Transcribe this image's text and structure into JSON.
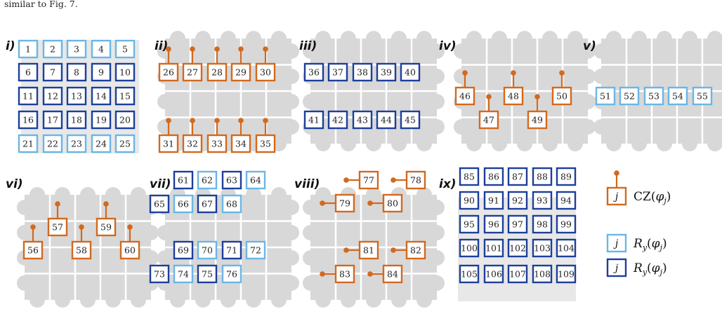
{
  "caption": "similar to Fig. 7.",
  "colors": {
    "orange": "#d2691e",
    "light_blue": "#6ab6e6",
    "dark_blue": "#1c3f9a",
    "background_gray": "#d8d8d8"
  },
  "panels": [
    {
      "label": "i)",
      "gates": [
        {
          "n": "1",
          "type": "ry_light"
        },
        {
          "n": "2",
          "type": "ry_light"
        },
        {
          "n": "3",
          "type": "ry_light"
        },
        {
          "n": "4",
          "type": "ry_light"
        },
        {
          "n": "5",
          "type": "ry_light"
        },
        {
          "n": "6",
          "type": "ry_dark"
        },
        {
          "n": "7",
          "type": "ry_dark"
        },
        {
          "n": "8",
          "type": "ry_dark"
        },
        {
          "n": "9",
          "type": "ry_dark"
        },
        {
          "n": "10",
          "type": "ry_dark"
        },
        {
          "n": "11",
          "type": "ry_dark"
        },
        {
          "n": "12",
          "type": "ry_dark"
        },
        {
          "n": "13",
          "type": "ry_dark"
        },
        {
          "n": "14",
          "type": "ry_dark"
        },
        {
          "n": "15",
          "type": "ry_dark"
        },
        {
          "n": "16",
          "type": "ry_dark"
        },
        {
          "n": "17",
          "type": "ry_dark"
        },
        {
          "n": "18",
          "type": "ry_dark"
        },
        {
          "n": "19",
          "type": "ry_dark"
        },
        {
          "n": "20",
          "type": "ry_dark"
        },
        {
          "n": "21",
          "type": "ry_light"
        },
        {
          "n": "22",
          "type": "ry_light"
        },
        {
          "n": "23",
          "type": "ry_light"
        },
        {
          "n": "24",
          "type": "ry_light"
        },
        {
          "n": "25",
          "type": "ry_light"
        }
      ]
    },
    {
      "label": "ii)",
      "gates": [
        {
          "n": "26",
          "type": "cz"
        },
        {
          "n": "27",
          "type": "cz"
        },
        {
          "n": "28",
          "type": "cz"
        },
        {
          "n": "29",
          "type": "cz"
        },
        {
          "n": "30",
          "type": "cz"
        },
        {
          "n": "31",
          "type": "cz"
        },
        {
          "n": "32",
          "type": "cz"
        },
        {
          "n": "33",
          "type": "cz"
        },
        {
          "n": "34",
          "type": "cz"
        },
        {
          "n": "35",
          "type": "cz"
        }
      ]
    },
    {
      "label": "iii)",
      "gates": [
        {
          "n": "36",
          "type": "ry_dark"
        },
        {
          "n": "37",
          "type": "ry_dark"
        },
        {
          "n": "38",
          "type": "ry_dark"
        },
        {
          "n": "39",
          "type": "ry_dark"
        },
        {
          "n": "40",
          "type": "ry_dark"
        },
        {
          "n": "41",
          "type": "ry_dark"
        },
        {
          "n": "42",
          "type": "ry_dark"
        },
        {
          "n": "43",
          "type": "ry_dark"
        },
        {
          "n": "44",
          "type": "ry_dark"
        },
        {
          "n": "45",
          "type": "ry_dark"
        }
      ]
    },
    {
      "label": "iv)",
      "gates": [
        {
          "n": "46",
          "type": "cz"
        },
        {
          "n": "47",
          "type": "cz"
        },
        {
          "n": "48",
          "type": "cz"
        },
        {
          "n": "49",
          "type": "cz"
        },
        {
          "n": "50",
          "type": "cz"
        }
      ]
    },
    {
      "label": "v)",
      "gates": [
        {
          "n": "51",
          "type": "ry_light"
        },
        {
          "n": "52",
          "type": "ry_light"
        },
        {
          "n": "53",
          "type": "ry_light"
        },
        {
          "n": "54",
          "type": "ry_light"
        },
        {
          "n": "55",
          "type": "ry_light"
        }
      ]
    },
    {
      "label": "vi)",
      "gates": [
        {
          "n": "56",
          "type": "cz"
        },
        {
          "n": "57",
          "type": "cz"
        },
        {
          "n": "58",
          "type": "cz"
        },
        {
          "n": "59",
          "type": "cz"
        },
        {
          "n": "60",
          "type": "cz"
        }
      ]
    },
    {
      "label": "vii)",
      "gates": [
        {
          "n": "61",
          "type": "ry_dark"
        },
        {
          "n": "62",
          "type": "ry_light"
        },
        {
          "n": "63",
          "type": "ry_dark"
        },
        {
          "n": "64",
          "type": "ry_light"
        },
        {
          "n": "65",
          "type": "ry_dark"
        },
        {
          "n": "66",
          "type": "ry_light"
        },
        {
          "n": "67",
          "type": "ry_dark"
        },
        {
          "n": "68",
          "type": "ry_light"
        },
        {
          "n": "69",
          "type": "ry_dark"
        },
        {
          "n": "70",
          "type": "ry_light"
        },
        {
          "n": "71",
          "type": "ry_dark"
        },
        {
          "n": "72",
          "type": "ry_light"
        },
        {
          "n": "73",
          "type": "ry_dark"
        },
        {
          "n": "74",
          "type": "ry_light"
        },
        {
          "n": "75",
          "type": "ry_dark"
        },
        {
          "n": "76",
          "type": "ry_light"
        }
      ]
    },
    {
      "label": "viii)",
      "gates": [
        {
          "n": "77",
          "type": "cz"
        },
        {
          "n": "78",
          "type": "cz"
        },
        {
          "n": "79",
          "type": "cz"
        },
        {
          "n": "80",
          "type": "cz"
        },
        {
          "n": "81",
          "type": "cz"
        },
        {
          "n": "82",
          "type": "cz"
        },
        {
          "n": "83",
          "type": "cz"
        },
        {
          "n": "84",
          "type": "cz"
        }
      ]
    },
    {
      "label": "ix)",
      "gates": [
        {
          "n": "85",
          "type": "ry_dark"
        },
        {
          "n": "86",
          "type": "ry_dark"
        },
        {
          "n": "87",
          "type": "ry_dark"
        },
        {
          "n": "88",
          "type": "ry_dark"
        },
        {
          "n": "89",
          "type": "ry_dark"
        },
        {
          "n": "90",
          "type": "ry_dark"
        },
        {
          "n": "91",
          "type": "ry_dark"
        },
        {
          "n": "92",
          "type": "ry_dark"
        },
        {
          "n": "93",
          "type": "ry_dark"
        },
        {
          "n": "94",
          "type": "ry_dark"
        },
        {
          "n": "95",
          "type": "ry_dark"
        },
        {
          "n": "96",
          "type": "ry_dark"
        },
        {
          "n": "97",
          "type": "ry_dark"
        },
        {
          "n": "98",
          "type": "ry_dark"
        },
        {
          "n": "99",
          "type": "ry_dark"
        },
        {
          "n": "100",
          "type": "ry_dark"
        },
        {
          "n": "101",
          "type": "ry_dark"
        },
        {
          "n": "102",
          "type": "ry_dark"
        },
        {
          "n": "103",
          "type": "ry_dark"
        },
        {
          "n": "104",
          "type": "ry_dark"
        },
        {
          "n": "105",
          "type": "ry_dark"
        },
        {
          "n": "106",
          "type": "ry_dark"
        },
        {
          "n": "107",
          "type": "ry_dark"
        },
        {
          "n": "108",
          "type": "ry_dark"
        },
        {
          "n": "109",
          "type": "ry_dark"
        }
      ]
    }
  ],
  "legend": [
    {
      "box_label": "j",
      "type": "cz",
      "text": "CZ(φj)",
      "op": "CZ(",
      "phi": "φ",
      "sub": "j",
      "close": ")"
    },
    {
      "box_label": "j",
      "type": "ry_light",
      "text": "Ry(φj)",
      "op": "R",
      "opsub": "y",
      "mid": "(",
      "phi": "φ",
      "sub": "j",
      "close": ")"
    },
    {
      "box_label": "j",
      "type": "ry_dark",
      "text": "Ry(φj)",
      "op": "R",
      "opsub": "y",
      "mid": "(",
      "phi": "φ",
      "sub": "j",
      "close": ")"
    }
  ]
}
